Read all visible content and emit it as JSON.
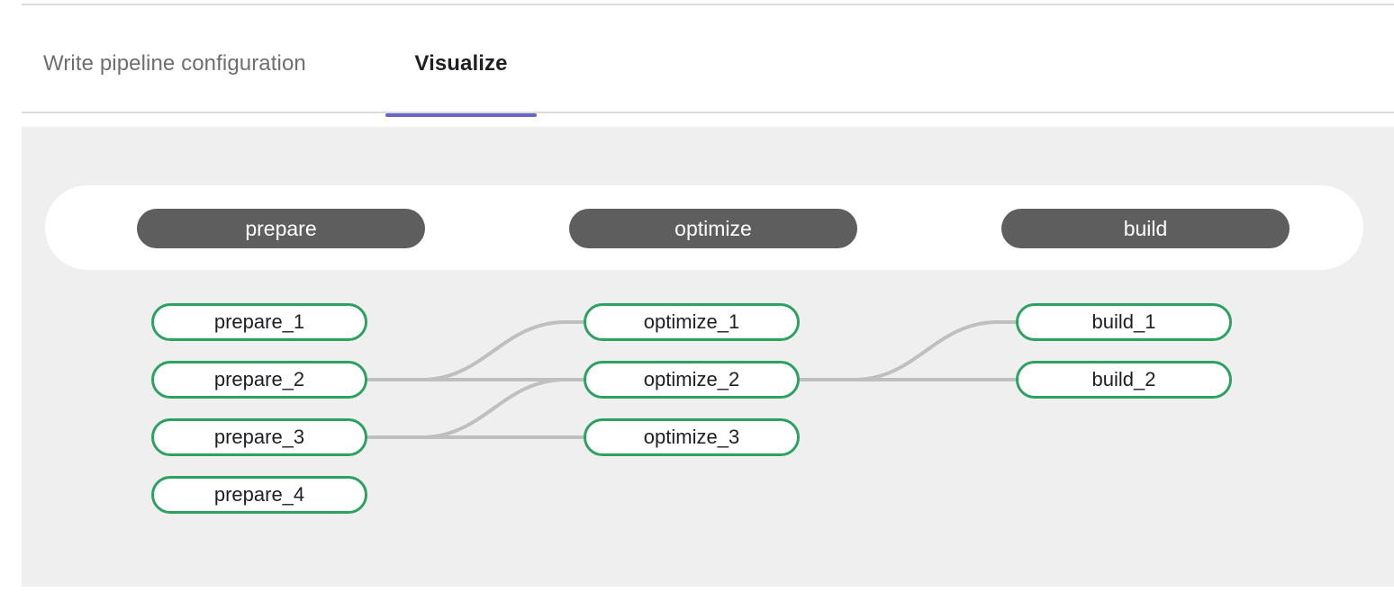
{
  "tabs": [
    {
      "id": "write-pipeline-configuration",
      "label": "Write pipeline configuration",
      "active": false
    },
    {
      "id": "visualize",
      "label": "Visualize",
      "active": true
    }
  ],
  "colors": {
    "accent": "#6666c4",
    "job_border": "#2da160",
    "stage_pill_bg": "#5e5e5e",
    "canvas_bg": "#efeff0",
    "link": "#bfbfbf",
    "tab_inactive_text": "#6e6e6e",
    "tab_active_text": "#1f1e24"
  },
  "pipeline": {
    "stages": [
      {
        "name": "prepare",
        "jobs": [
          "prepare_1",
          "prepare_2",
          "prepare_3",
          "prepare_4"
        ]
      },
      {
        "name": "optimize",
        "jobs": [
          "optimize_1",
          "optimize_2",
          "optimize_3"
        ]
      },
      {
        "name": "build",
        "jobs": [
          "build_1",
          "build_2"
        ]
      }
    ],
    "links": [
      {
        "from": "prepare_2",
        "to": "optimize_1"
      },
      {
        "from": "prepare_2",
        "to": "optimize_2"
      },
      {
        "from": "prepare_3",
        "to": "optimize_2"
      },
      {
        "from": "prepare_3",
        "to": "optimize_3"
      },
      {
        "from": "optimize_2",
        "to": "build_1"
      },
      {
        "from": "optimize_2",
        "to": "build_2"
      }
    ]
  }
}
